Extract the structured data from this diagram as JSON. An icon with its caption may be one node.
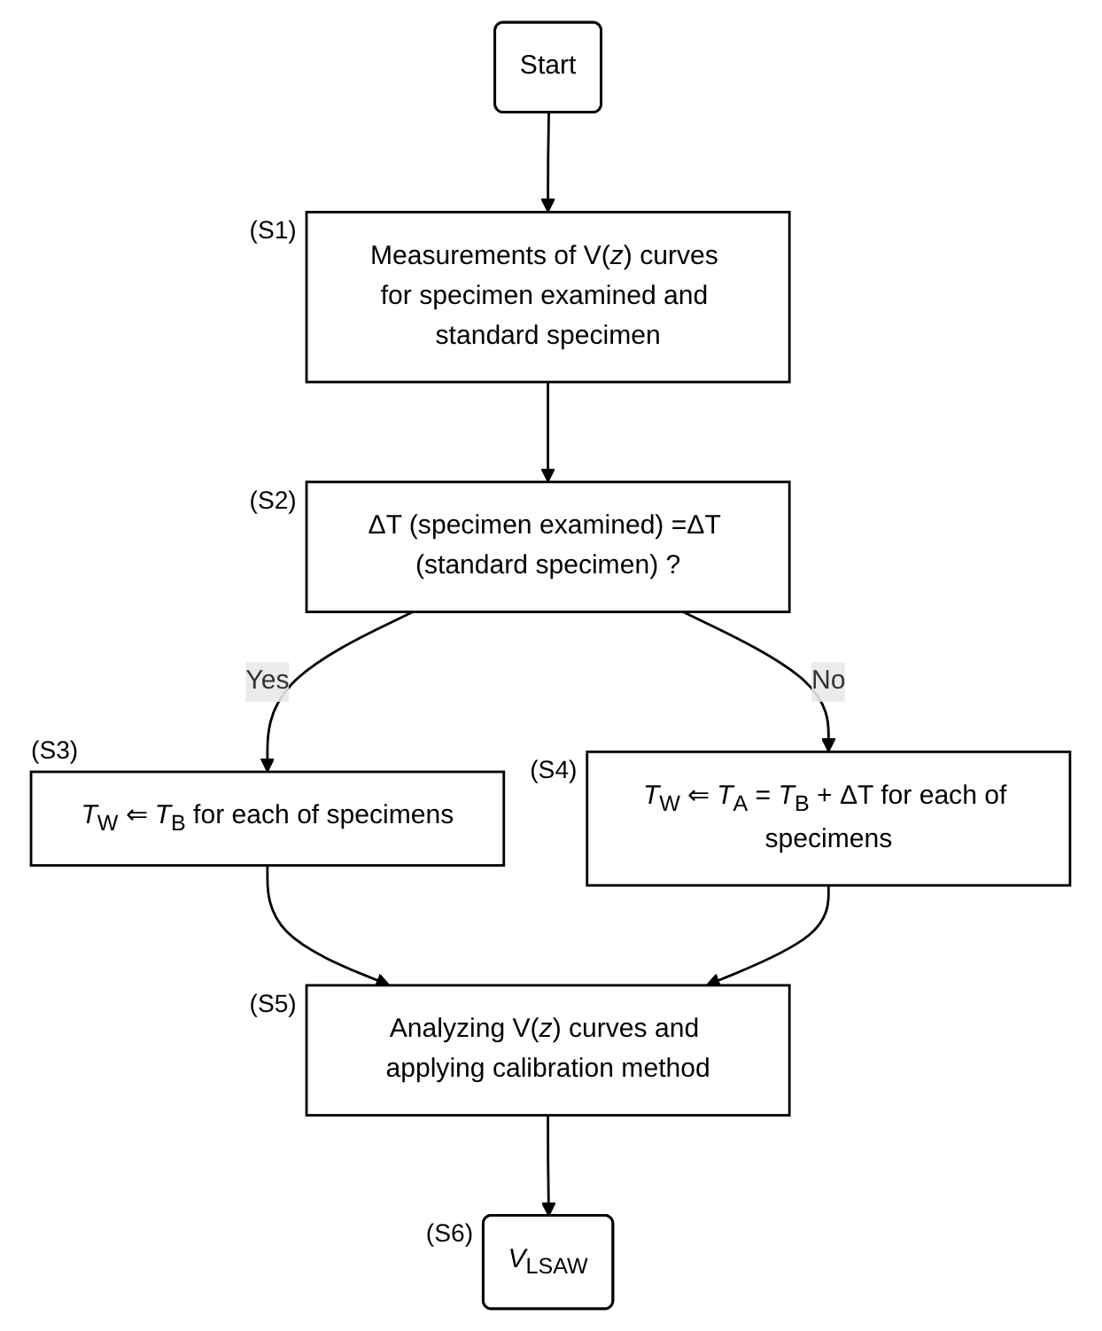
{
  "diagram": {
    "nodes": [
      {
        "text": [
          "Start"
        ]
      },
      {
        "text": [
          "Measurements of V(*z*) curves for specimen examined and standard specimen"
        ],
        "beside": [
          "(S1)"
        ]
      },
      {
        "text": [
          "ΔT (specimen examined) =ΔT (standard specimen) ?"
        ],
        "beside": [
          "(S2)"
        ]
      },
      {
        "text": [
          "*T*$_{W}$ ⇐ *T*$_{B}$ for each of specimens"
        ],
        "beside": [
          "(S3)"
        ]
      },
      {
        "text": [
          "*T*$_{W}$ ⇐ *T*$_{A}$ = *T*$_{B}$ + ΔT for each of specimens"
        ],
        "beside": [
          "(S4)"
        ]
      },
      {
        "text": [
          "Analyzing V(*z*) curves and applying calibration method"
        ],
        "beside": [
          "(S5)"
        ]
      },
      {
        "text": [
          "*V*$_{LSAW}$"
        ],
        "beside": [
          "(S6)"
        ]
      }
    ],
    "edges": [
      {
        "from": 0,
        "to": 1,
        "arrow": "to"
      },
      {
        "from": 1,
        "to": 2,
        "arrow": "to"
      },
      {
        "from": 2,
        "to": 3,
        "arrow": "to",
        "label": "Yes"
      },
      {
        "from": 2,
        "to": 4,
        "arrow": "to",
        "label": "No"
      },
      {
        "from": 3,
        "to": 5,
        "arrow": "to"
      },
      {
        "from": 4,
        "to": 5,
        "arrow": "to"
      },
      {
        "from": 5,
        "to": 6,
        "arrow": "to"
      }
    ]
  }
}
